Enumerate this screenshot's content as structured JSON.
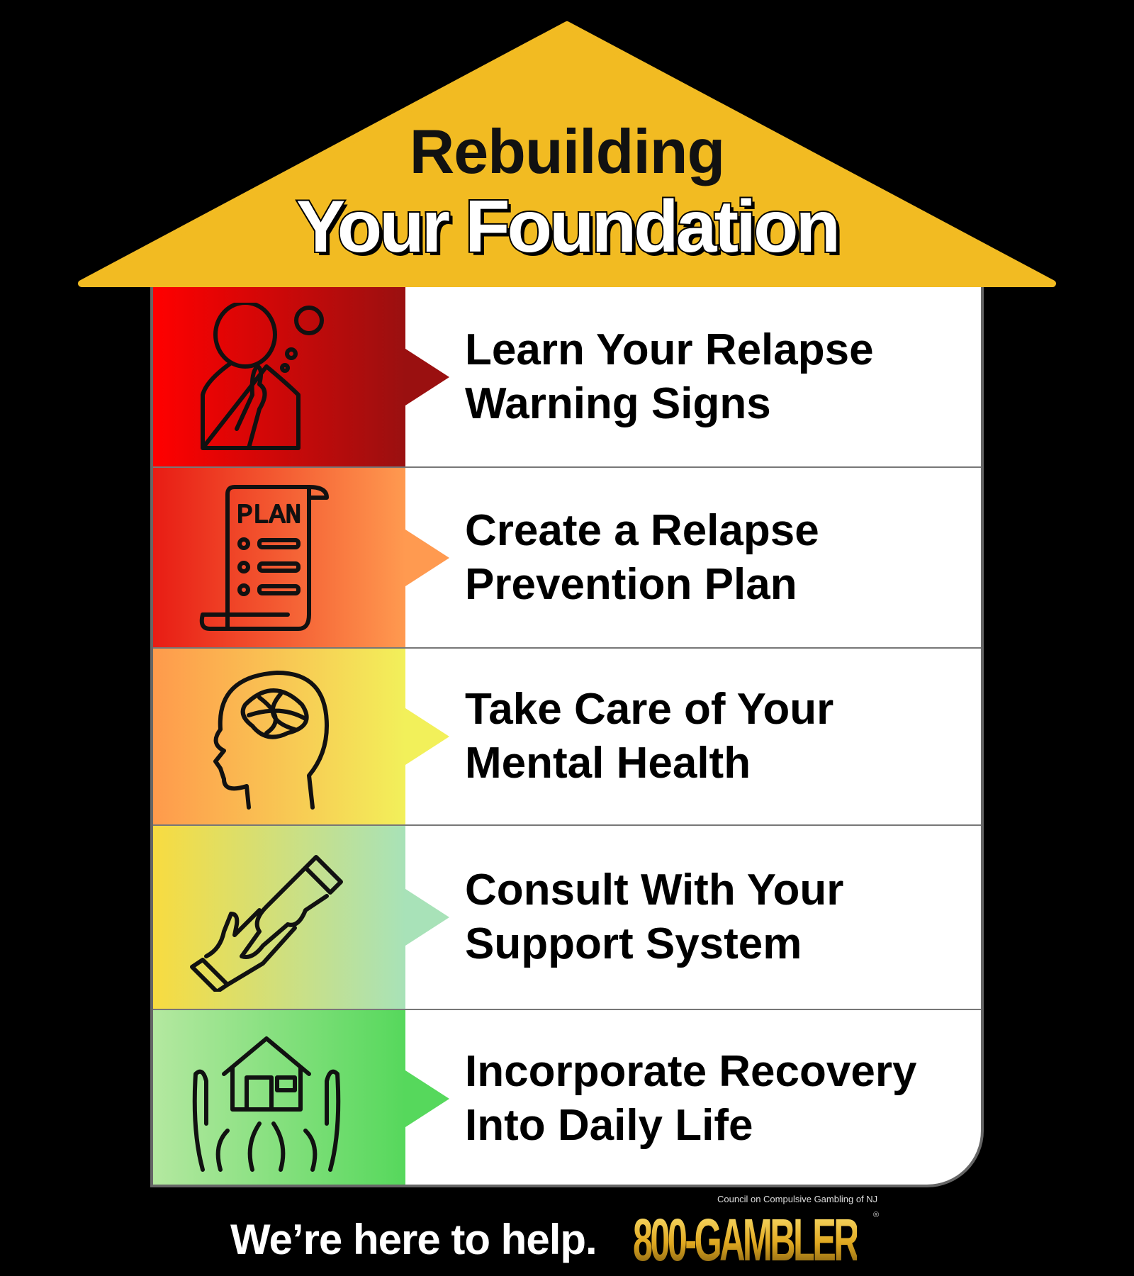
{
  "header": {
    "title_line1": "Rebuilding",
    "title_line2": "Your Foundation"
  },
  "colors": {
    "roof": "#f2bb22",
    "background": "#000000"
  },
  "steps": [
    {
      "label_line1": "Learn Your Relapse",
      "label_line2": "Warning Signs",
      "icon": "thinking-person-icon",
      "gradient": [
        "#ff0000",
        "#9a1010"
      ]
    },
    {
      "label_line1": "Create a Relapse",
      "label_line2": "Prevention Plan",
      "icon": "plan-scroll-icon",
      "gradient": [
        "#e81c14",
        "#ff9a50"
      ]
    },
    {
      "label_line1": "Take Care of Your",
      "label_line2": "Mental Health",
      "icon": "head-brain-icon",
      "gradient": [
        "#ff9a4c",
        "#f2f05a"
      ]
    },
    {
      "label_line1": "Consult With Your",
      "label_line2": "Support System",
      "icon": "handshake-icon",
      "gradient": [
        "#f8dc40",
        "#a8e2b8"
      ]
    },
    {
      "label_line1": "Incorporate Recovery",
      "label_line2": "Into Daily Life",
      "icon": "hands-house-icon",
      "gradient": [
        "#b4e8a0",
        "#56d85c"
      ]
    }
  ],
  "plan_icon_text": "PLAN",
  "footer": {
    "tagline": "We’re here to help.",
    "org": "Council on Compulsive Gambling of NJ",
    "logo": "800-GAMBLER",
    "registered": "®"
  }
}
